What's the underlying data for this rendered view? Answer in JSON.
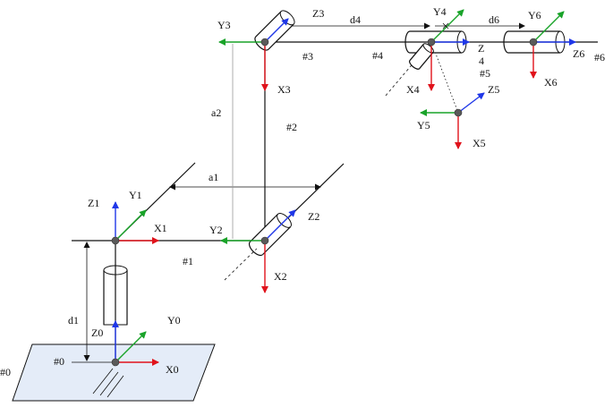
{
  "colors": {
    "x_axis": "#e0121b",
    "y_axis": "#19a329",
    "z_axis": "#1f37e8",
    "line": "#111111",
    "base": "#e4ecf8"
  },
  "link_labels": [
    "#0",
    "#0",
    "#1",
    "#2",
    "#3",
    "#4",
    "#5",
    "#6"
  ],
  "frames": {
    "f0": {
      "x": "X0",
      "y": "Y0",
      "z": "Z0"
    },
    "f1": {
      "x": "X1",
      "y": "Y1",
      "z": "Z1"
    },
    "f2": {
      "x": "X2",
      "y": "Y2",
      "z": "Z2"
    },
    "f3": {
      "x": "X3",
      "y": "Y3",
      "z": "Z3"
    },
    "f4": {
      "x": "X4",
      "y": "Y4",
      "z": "Z",
      "z_sub": "4"
    },
    "f5": {
      "x": "X5",
      "y": "Y5",
      "z": "Z5"
    },
    "f6": {
      "x": "X6",
      "y": "Y6",
      "z": "Z6"
    }
  },
  "dimensions": {
    "d1": "d1",
    "a1": "a1",
    "a2": "a2",
    "d4": "d4",
    "d6": "d6"
  }
}
